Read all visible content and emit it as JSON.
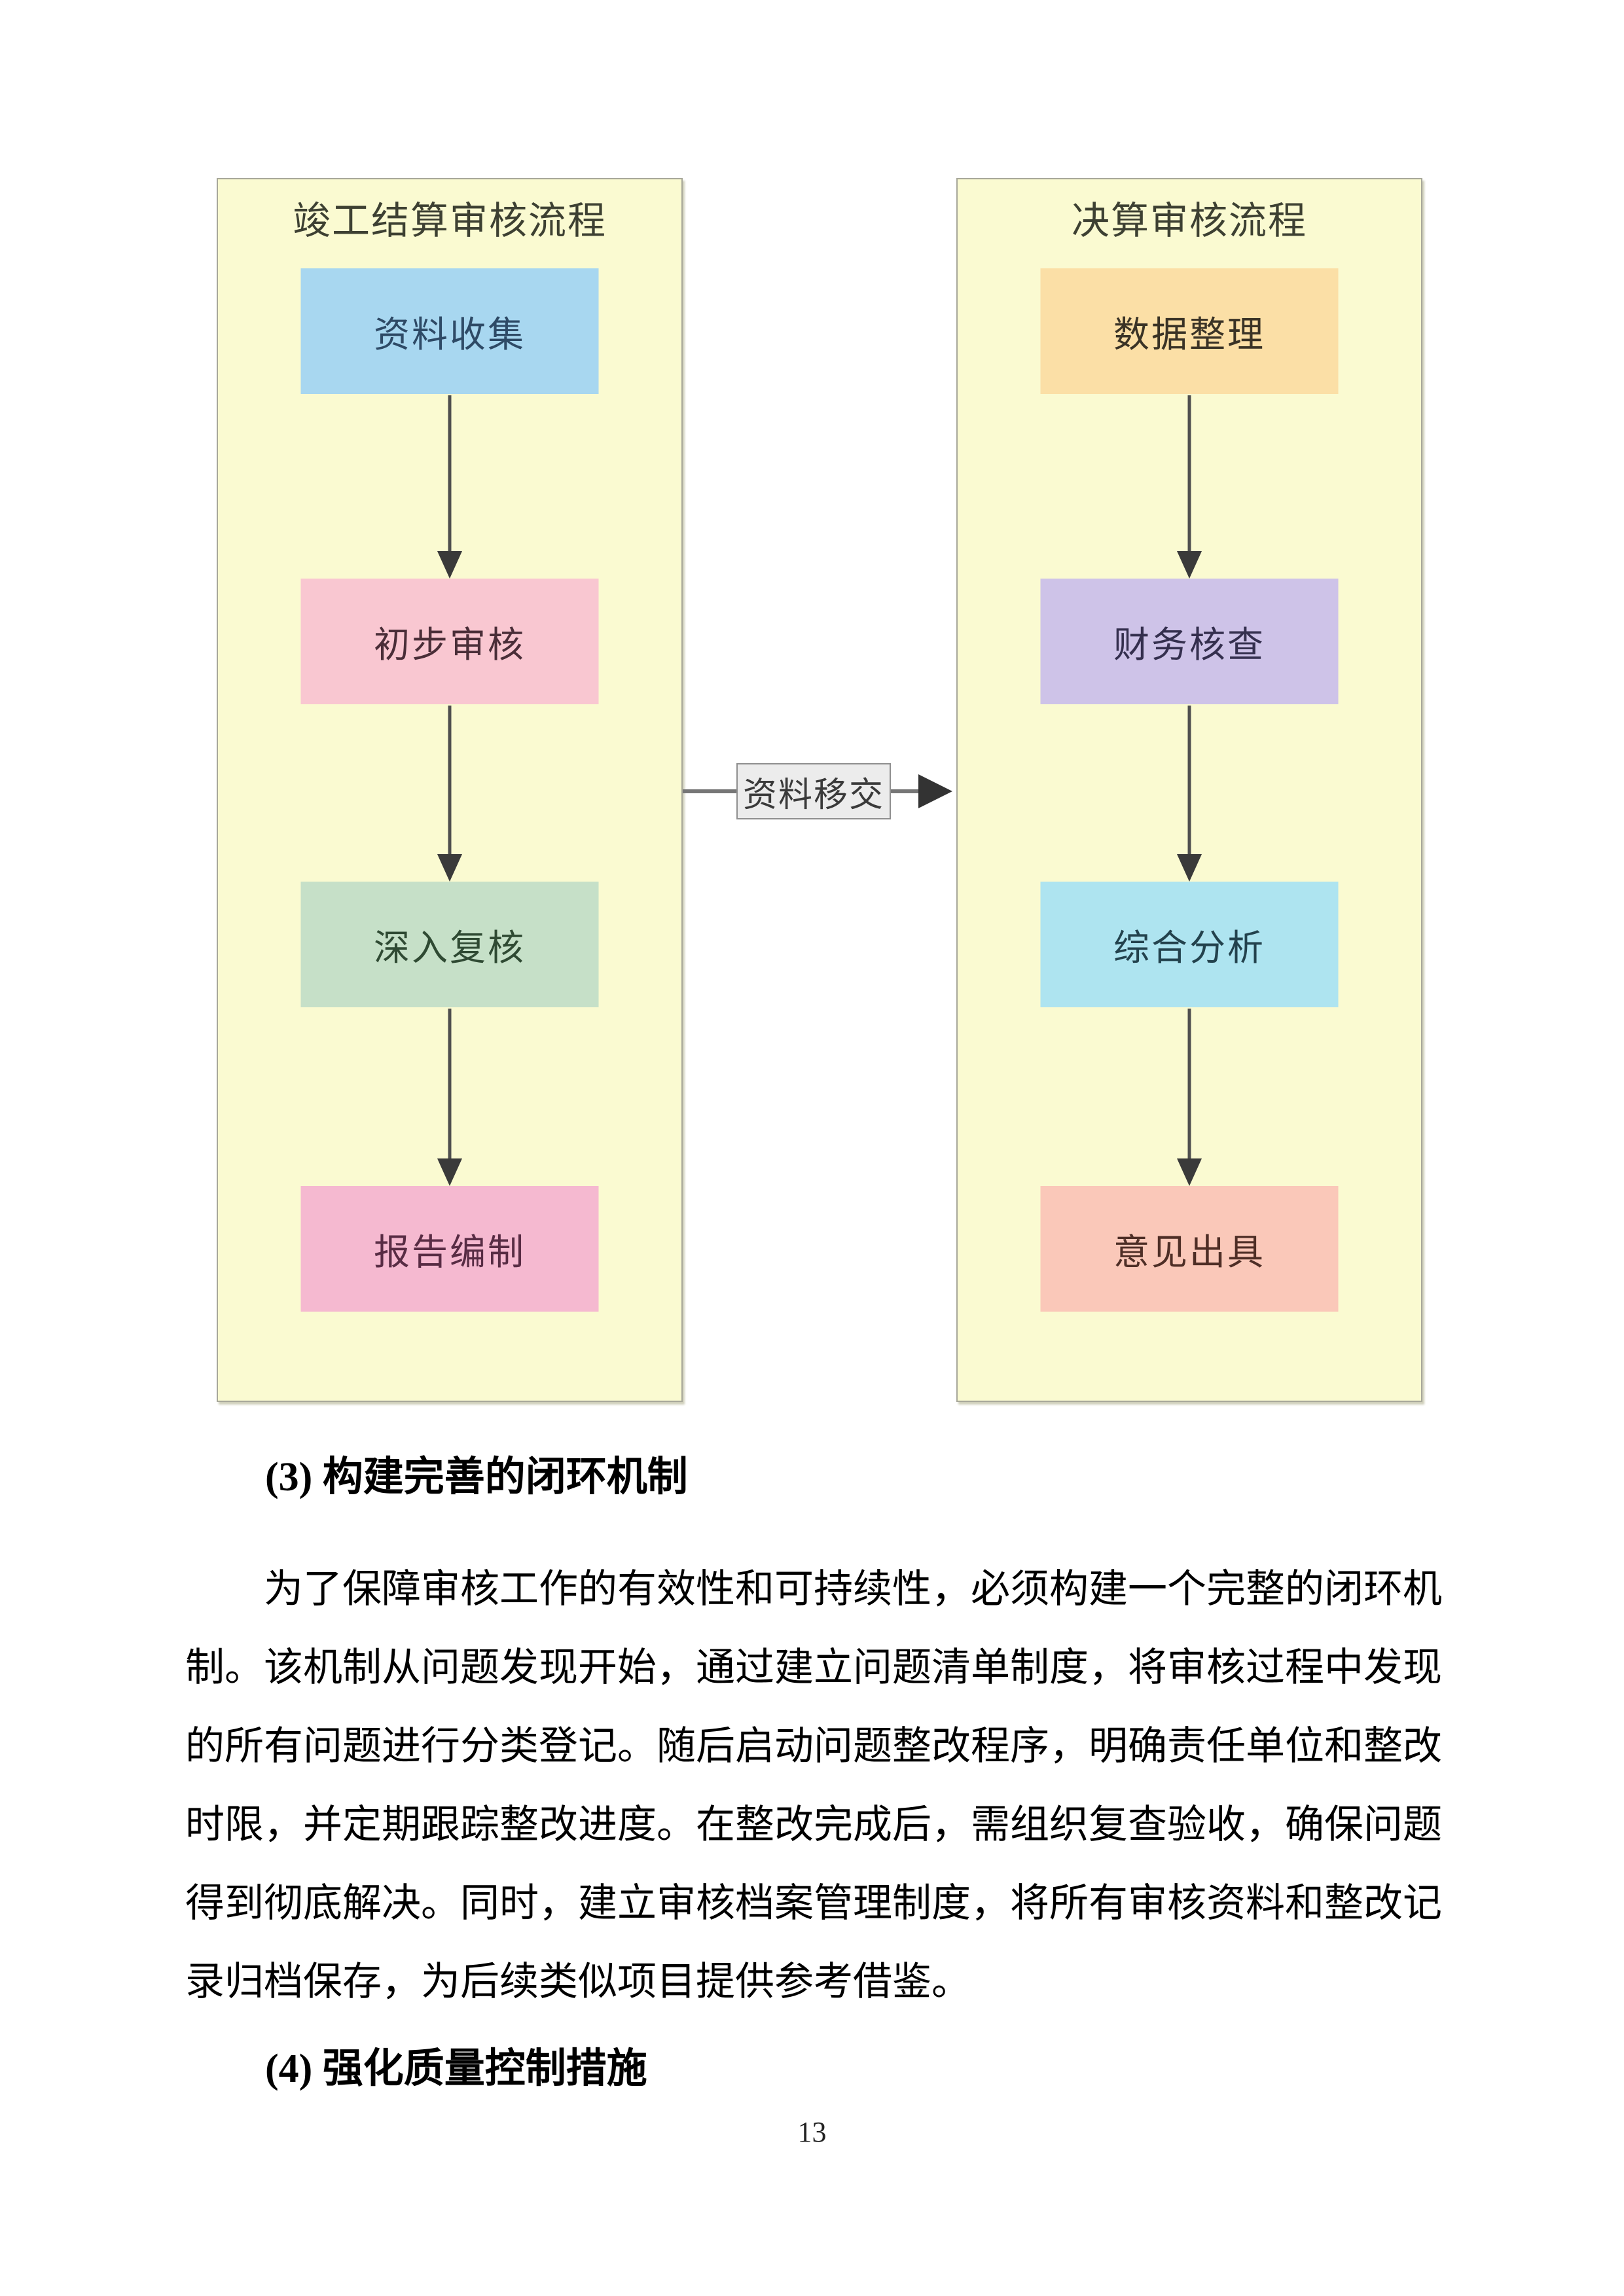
{
  "flowchart": {
    "panel_bg": "#fafad1",
    "left": {
      "title": "竣工结算审核流程",
      "steps": [
        {
          "label": "资料收集",
          "bg": "#a8d7f0",
          "fg": "#2e4a66"
        },
        {
          "label": "初步审核",
          "bg": "#f9c7d1",
          "fg": "#4a2e38"
        },
        {
          "label": "深入复核",
          "bg": "#c6e0c8",
          "fg": "#2f4a33"
        },
        {
          "label": "报告编制",
          "bg": "#f5b9d0",
          "fg": "#582c44"
        }
      ]
    },
    "right": {
      "title": "决算审核流程",
      "steps": [
        {
          "label": "数据整理",
          "bg": "#fbdfa6",
          "fg": "#3a3326"
        },
        {
          "label": "财务核查",
          "bg": "#cec3e8",
          "fg": "#342f4e"
        },
        {
          "label": "综合分析",
          "bg": "#aee4f0",
          "fg": "#23424d"
        },
        {
          "label": "意见出具",
          "bg": "#fac8b9",
          "fg": "#4e2e26"
        }
      ]
    },
    "connector_label": "资料移交",
    "arrow_color": "#3a3a3a"
  },
  "content": {
    "heading3": "(3) 构建完善的闭环机制",
    "lines": [
      "为了保障审核工作的有效性和可持续性，必须构建一个完整的闭环机",
      "制。该机制从问题发现开始，通过建立问题清单制度，将审核过程中发现",
      "的所有问题进行分类登记。随后启动问题整改程序，明确责任单位和整改",
      "时限，并定期跟踪整改进度。在整改完成后，需组织复查验收，确保问题",
      "得到彻底解决。同时，建立审核档案管理制度，将所有审核资料和整改记",
      "录归档保存，为后续类似项目提供参考借鉴。"
    ],
    "heading4": "(4) 强化质量控制措施"
  },
  "page": {
    "number": "13"
  }
}
